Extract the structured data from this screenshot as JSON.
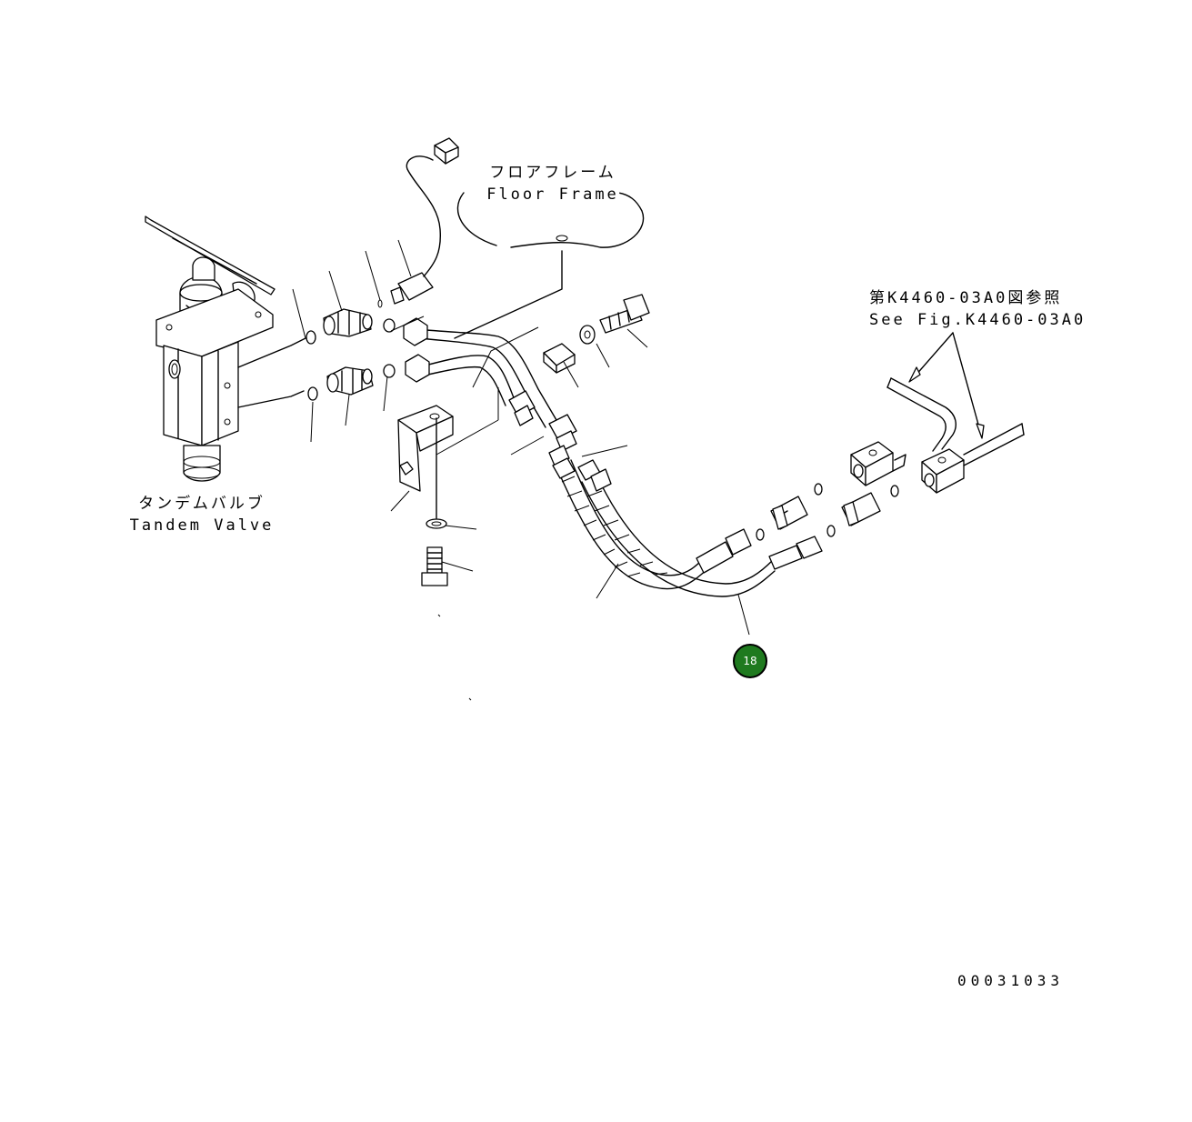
{
  "labels": {
    "floor_frame_jp": "フロアフレーム",
    "floor_frame_en": "Floor Frame",
    "tandem_valve_jp": "タンデムバルブ",
    "tandem_valve_en": "Tandem Valve",
    "see_fig_jp": "第K4460-03A0図参照",
    "see_fig_en": "See Fig.K4460-03A0"
  },
  "callouts": [
    {
      "number": "18",
      "color": "#1f7a1f"
    }
  ],
  "drawing_number": "00031033"
}
